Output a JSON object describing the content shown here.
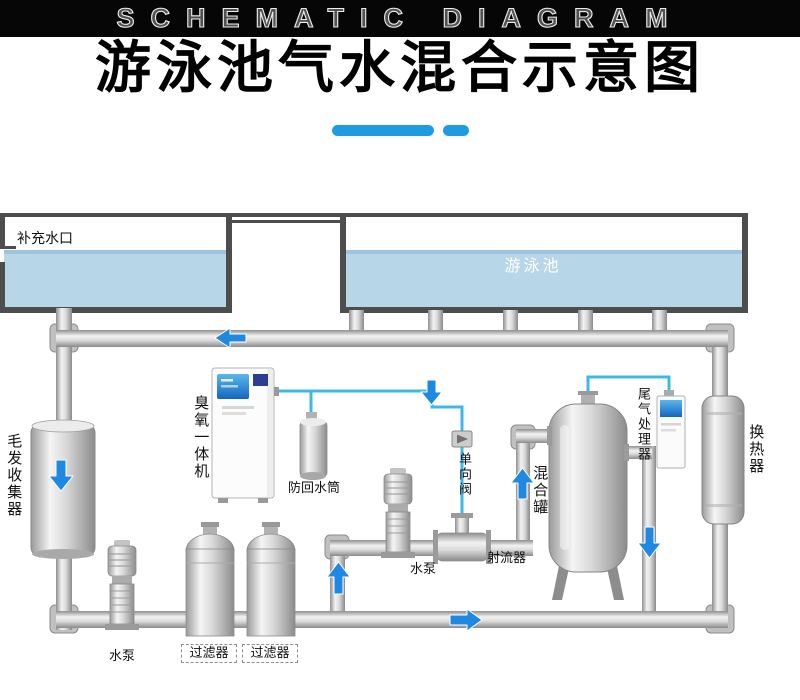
{
  "banner": {
    "text": "SCHEMATIC DIAGRAM"
  },
  "title": {
    "text": "游泳池气水混合示意图"
  },
  "pool": {
    "makeup_inlet_label": "补充水口",
    "pool_label": "游泳池"
  },
  "labels": {
    "hair_collector": "毛发收集器",
    "ozone_machine": "臭氧一体机",
    "anti_backflow_cylinder": "防回水筒",
    "pump_left": "水泵",
    "pump_middle": "水泵",
    "filter_1": "过滤器",
    "filter_2": "过滤器",
    "check_valve": "单向阀",
    "ejector": "射流器",
    "mixing_tank": "混合罐",
    "tail_gas_processor": "尾气处理器",
    "heat_exchanger": "换热器"
  },
  "colors": {
    "accent": "#1e9ce2",
    "ozone_line": "#3cb8e9",
    "arrow": "#1f88e0",
    "water": "#b7d6e8"
  }
}
